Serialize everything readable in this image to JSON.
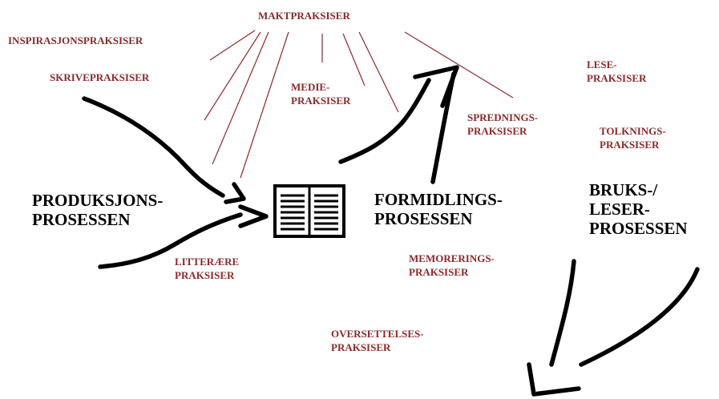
{
  "colors": {
    "practice_label": "#8b2a2a",
    "process_label": "#000000",
    "fan_lines": "#8b2a2a",
    "arrows": "#000000"
  },
  "icons": {
    "book": "open-book-icon"
  },
  "labels": {
    "maktpraksiser": "MAKTPRAKSISER",
    "inspirasjonspraksiser": "INSPIRASJONSPRAKSISER",
    "skrivepraksiser": "SKRIVEPRAKSISER",
    "mediepraksiser": "MEDIE-\nPRAKSISER",
    "spredningspraksiser": "SPREDNINGS-\nPRAKSISER",
    "lesepraksiser": "LESE-\nPRAKSISER",
    "tolkningspraksiser": "TOLKNINGS-\nPRAKSISER",
    "litteraere_praksiser": "LITTERÆRE\nPRAKSISER",
    "memoreringspraksiser": "MEMORERINGS-\nPRAKSISER",
    "oversettelsespraksiser": "OVERSETTELSES-\nPRAKSISER"
  },
  "processes": {
    "produksjon": "PRODUKSJONS-\nPROSESSEN",
    "formidling": "FORMIDLINGS-\nPROSESSEN",
    "bruk": "BRUKS-/\nLESER-\nPROSESSEN"
  }
}
